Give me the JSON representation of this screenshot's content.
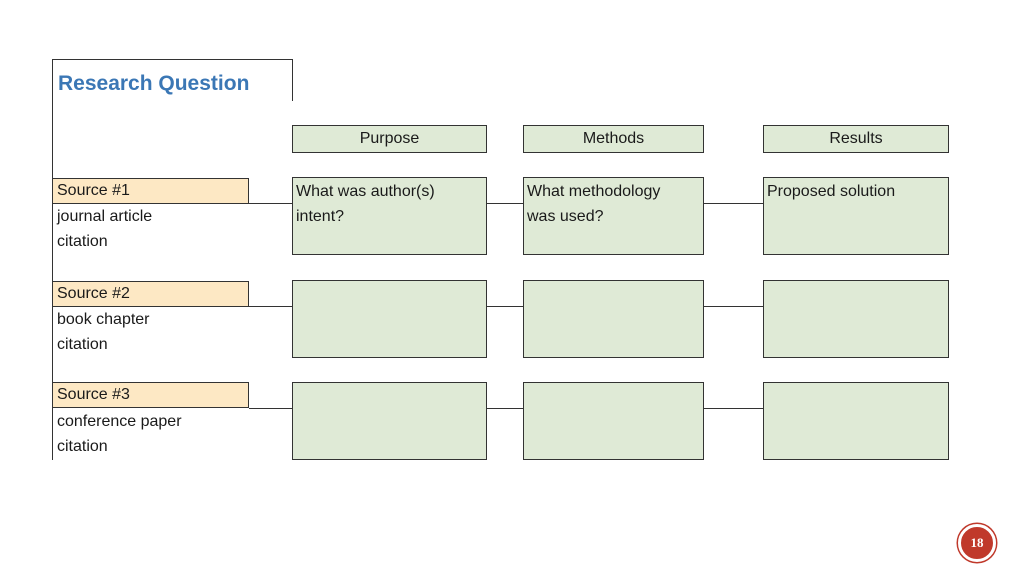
{
  "title": "Research Question",
  "headers": {
    "purpose": "Purpose",
    "methods": "Methods",
    "results": "Results"
  },
  "sources": [
    {
      "label": "Source #1",
      "type": "journal article",
      "citation": "citation",
      "purpose": [
        "What was author(s)",
        "intent?"
      ],
      "methods": [
        "What methodology",
        "was used?"
      ],
      "results": [
        "Proposed solution"
      ]
    },
    {
      "label": "Source #2",
      "type": "book chapter",
      "citation": "citation",
      "purpose": [],
      "methods": [],
      "results": []
    },
    {
      "label": "Source #3",
      "type": "conference paper",
      "citation": "citation",
      "purpose": [],
      "methods": [],
      "results": []
    }
  ],
  "page_number": "18",
  "colors": {
    "title": "#3b77b5",
    "cell_fill": "#dfead6",
    "source_fill": "#fde8c4",
    "badge": "#c0392b"
  }
}
